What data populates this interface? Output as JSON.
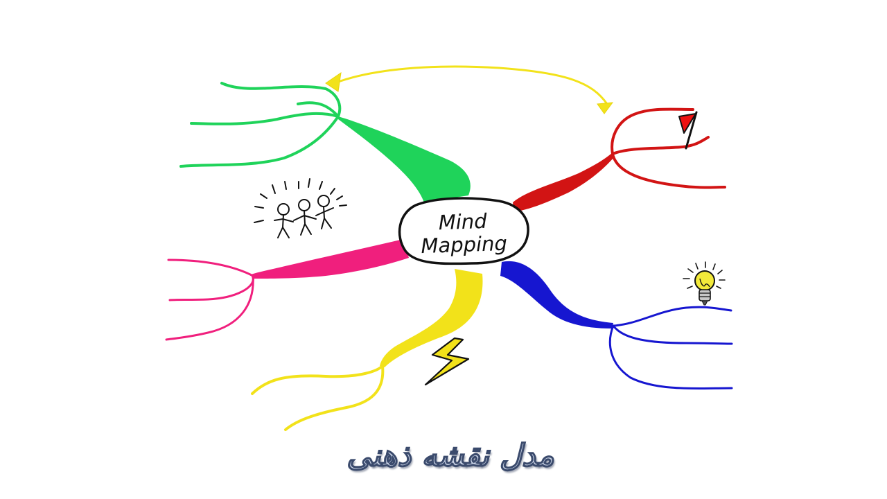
{
  "center_topic": {
    "line1": "Mind",
    "line2": "Mapping"
  },
  "caption": "مدل نقشه ذهنی",
  "colors": {
    "green": "#1fd35a",
    "red": "#d21414",
    "pink": "#f01f7d",
    "yellow": "#f2e21a",
    "blue": "#1616d0",
    "outline": "#111111",
    "caption_fill": "#c9d3e6",
    "caption_stroke": "#3a4a6c"
  },
  "icons": {
    "top_arrow": "curved-arrow-icon",
    "flag": "red-flag-icon",
    "people": "stick-figures-icon",
    "lightning": "lightning-bolt-icon",
    "lightbulb": "lightbulb-icon"
  }
}
